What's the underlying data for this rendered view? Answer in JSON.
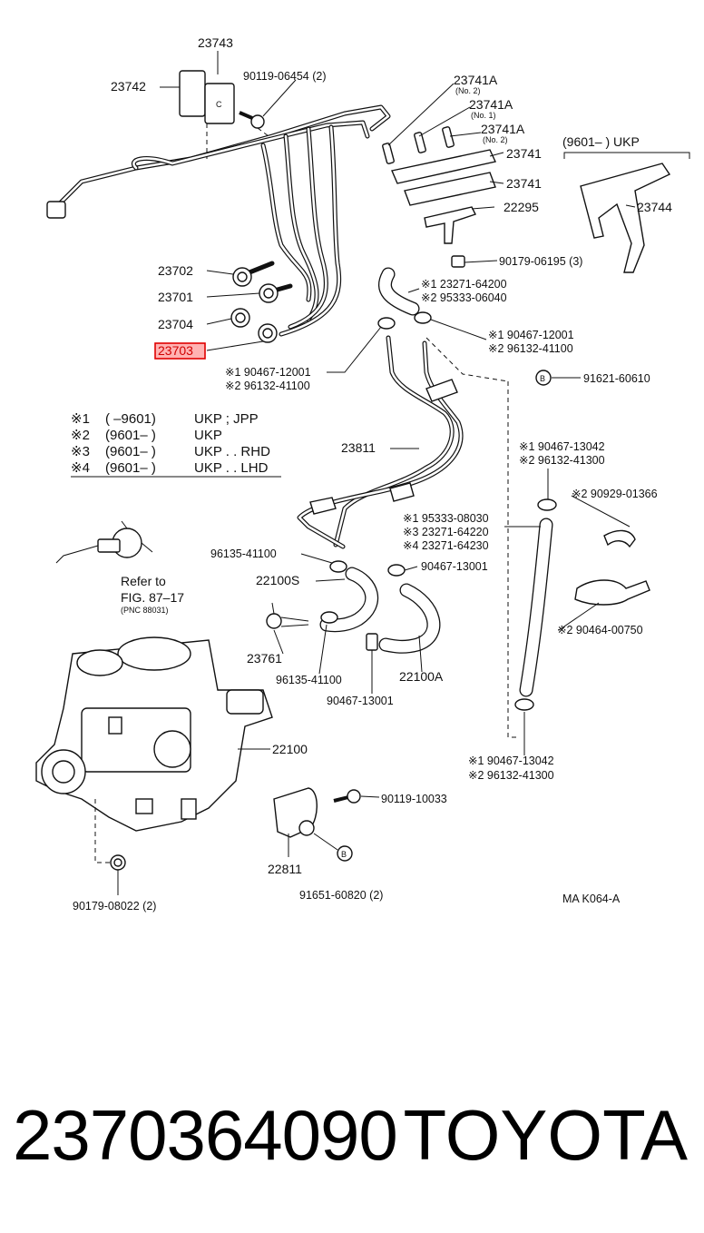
{
  "labels": {
    "p23743": "23743",
    "p23742": "23742",
    "p90119_06454": "90119-06454 (2)",
    "p23741A_a": "23741A",
    "p23741A_a_sub": "(No. 2)",
    "p23741A_b": "23741A",
    "p23741A_b_sub": "(No. 1)",
    "p23741A_c": "23741A",
    "p23741A_c_sub": "(No. 2)",
    "p23741_a": "23741",
    "p23741_b": "23741",
    "p22295": "22295",
    "ukp_note": "(9601–        ) UKP",
    "p23744": "23744",
    "p90179_06195": "90179-06195 (3)",
    "p23702": "23702",
    "p23701": "23701",
    "p23704": "23704",
    "p23703": "23703",
    "p23271_64200": "※1 23271-64200",
    "p95333_06040": "※2 95333-06040",
    "p90467_12001_r": "※1 90467-12001",
    "p96132_41100_r": "※2 96132-41100",
    "p90467_12001_l": "※1 90467-12001",
    "p96132_41100_l": "※2 96132-41100",
    "p91621_60610": "91621-60610",
    "circle_b1": "B",
    "p23811": "23811",
    "p90467_13042_a": "※1 90467-13042",
    "p96132_41300_a": "※2 96132-41300",
    "p90929_01366": "※2 90929-01366",
    "p95333_08030": "※1 95333-08030",
    "p23271_64220": "※3 23271-64220",
    "p23271_64230": "※4 23271-64230",
    "p96135_41100_a": "96135-41100",
    "p90467_13001_a": "90467-13001",
    "p22100S": "22100S",
    "refer_to": "Refer to",
    "fig_ref": "FIG. 87–17",
    "pnc_ref": "(PNC 88031)",
    "p90464_00750": "※2 90464-00750",
    "p23761": "23761",
    "p96135_41100_b": "96135-41100",
    "p90467_13001_b": "90467-13001",
    "p22100A": "22100A",
    "p22100": "22100",
    "p90467_13042_b": "※1 90467-13042",
    "p96132_41300_b": "※2 96132-41300",
    "p90119_10033": "90119-10033",
    "p22811": "22811",
    "circle_b2": "B",
    "p91651_60820": "91651-60820 (2)",
    "p90179_08022": "90179-08022 (2)",
    "drawing_code": "MA K064-A"
  },
  "legend": [
    {
      "mark": "※1",
      "range": "(        –9601)",
      "desc": "UKP ; JPP"
    },
    {
      "mark": "※2",
      "range": "(9601–        )",
      "desc": "UKP"
    },
    {
      "mark": "※3",
      "range": "(9601–        )",
      "desc": "UKP . . RHD"
    },
    {
      "mark": "※4",
      "range": "(9601–        )",
      "desc": "UKP . . LHD"
    }
  ],
  "highlight_color": "#e00000",
  "footer": {
    "part_number": "2370364090",
    "brand": "TOYOTA"
  }
}
